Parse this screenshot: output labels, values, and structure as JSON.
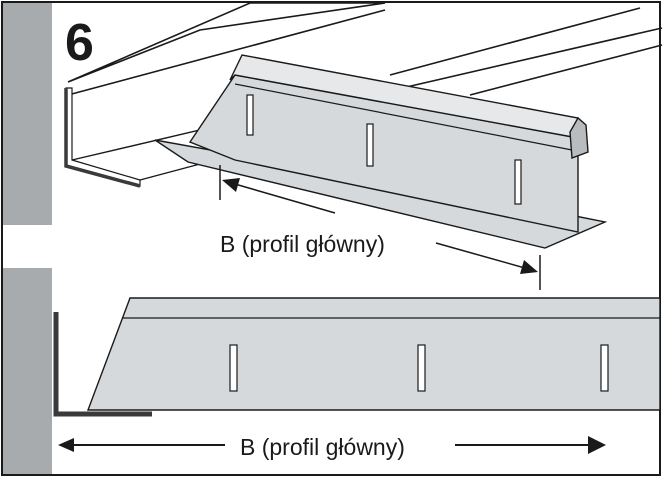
{
  "step_number": "6",
  "upper_dimension_label": "B (profil główny)",
  "lower_dimension_label": "B (profil główny)",
  "colors": {
    "profile_fill": "#d6d9dc",
    "profile_light": "#e6e8ea",
    "wall_gray": "#a8abad",
    "line": "#1a1a1a",
    "angle_dark": "#3a3a3a"
  }
}
